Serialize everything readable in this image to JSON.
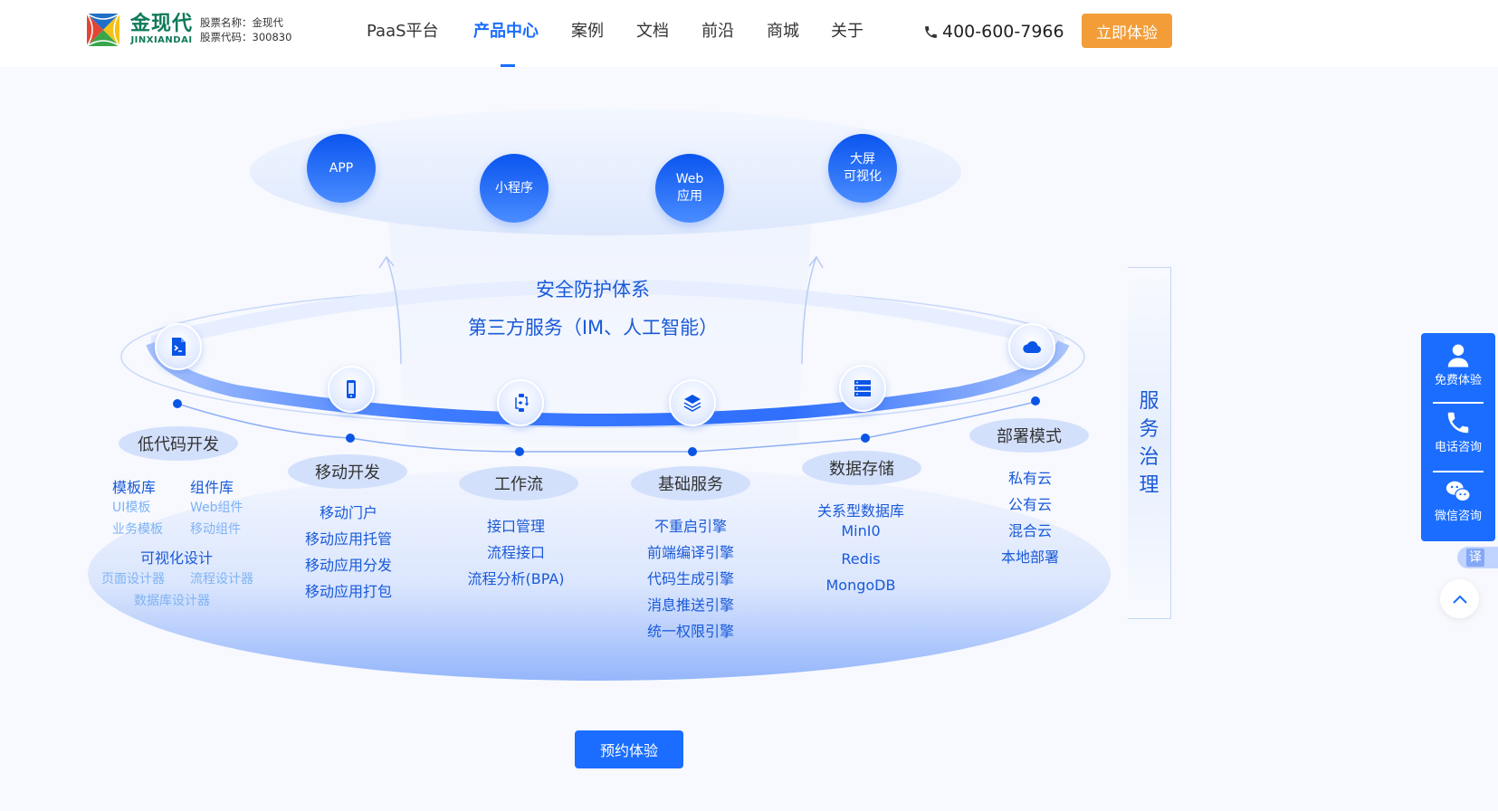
{
  "header": {
    "brand_cn": "金现代",
    "brand_en": "JINXIANDAI",
    "stock_name": "股票名称：金现代",
    "stock_code": "股票代码：300830",
    "nav": [
      {
        "label": "PaaS平台",
        "active": false
      },
      {
        "label": "产品中心",
        "active": true
      },
      {
        "label": "案例",
        "active": false
      },
      {
        "label": "文档",
        "active": false
      },
      {
        "label": "前沿",
        "active": false
      },
      {
        "label": "商城",
        "active": false
      },
      {
        "label": "关于",
        "active": false
      }
    ],
    "phone": "400-600-7966",
    "cta": "立即体验"
  },
  "diagram": {
    "top_channels": [
      {
        "label": "APP"
      },
      {
        "label": "小程序"
      },
      {
        "label": "Web\n应用",
        "line1": "Web",
        "line2": "应用"
      },
      {
        "label": "大屏\n可视化",
        "line1": "大屏",
        "line2": "可视化"
      }
    ],
    "center_line1": "安全防护体系",
    "center_line2": "第三方服务（IM、人工智能）",
    "modules": [
      {
        "title": "低代码开发",
        "icon": "code-file-icon",
        "groups": {
          "template_lib": "模板库",
          "component_lib": "组件库",
          "ui_template": "UI模板",
          "web_component": "Web组件",
          "biz_template": "业务模板",
          "mobile_component": "移动组件",
          "visual_design": "可视化设计",
          "page_designer": "页面设计器",
          "flow_designer": "流程设计器",
          "db_designer": "数据库设计器"
        }
      },
      {
        "title": "移动开发",
        "icon": "mobile-phone-icon",
        "items": [
          "移动门户",
          "移动应用托管",
          "移动应用分发",
          "移动应用打包"
        ]
      },
      {
        "title": "工作流",
        "icon": "workflow-icon",
        "items": [
          "接口管理",
          "流程接口",
          "流程分析(BPA)"
        ]
      },
      {
        "title": "基础服务",
        "icon": "layers-icon",
        "items": [
          "不重启引擎",
          "前端编译引擎",
          "代码生成引擎",
          "消息推送引擎",
          "统一权限引擎"
        ]
      },
      {
        "title": "数据存储",
        "icon": "server-icon",
        "items": [
          "关系型数据库",
          "MinI0",
          "Redis",
          "MongoDB"
        ]
      },
      {
        "title": "部署模式",
        "icon": "cloud-icon",
        "items": [
          "私有云",
          "公有云",
          "混合云",
          "本地部署"
        ]
      }
    ],
    "governance": [
      "服",
      "务",
      "治",
      "理"
    ],
    "book_button": "预约体验"
  },
  "sidebar": {
    "items": [
      {
        "label": "免费体验",
        "icon": "user-icon"
      },
      {
        "label": "电话咨询",
        "icon": "phone-icon"
      },
      {
        "label": "微信咨询",
        "icon": "wechat-icon"
      }
    ],
    "translate": "译"
  },
  "colors": {
    "primary": "#1a6dff",
    "accent_orange": "#f29d38",
    "brand_green": "#0e7a5a",
    "text_blue": "#1a5ad8"
  }
}
